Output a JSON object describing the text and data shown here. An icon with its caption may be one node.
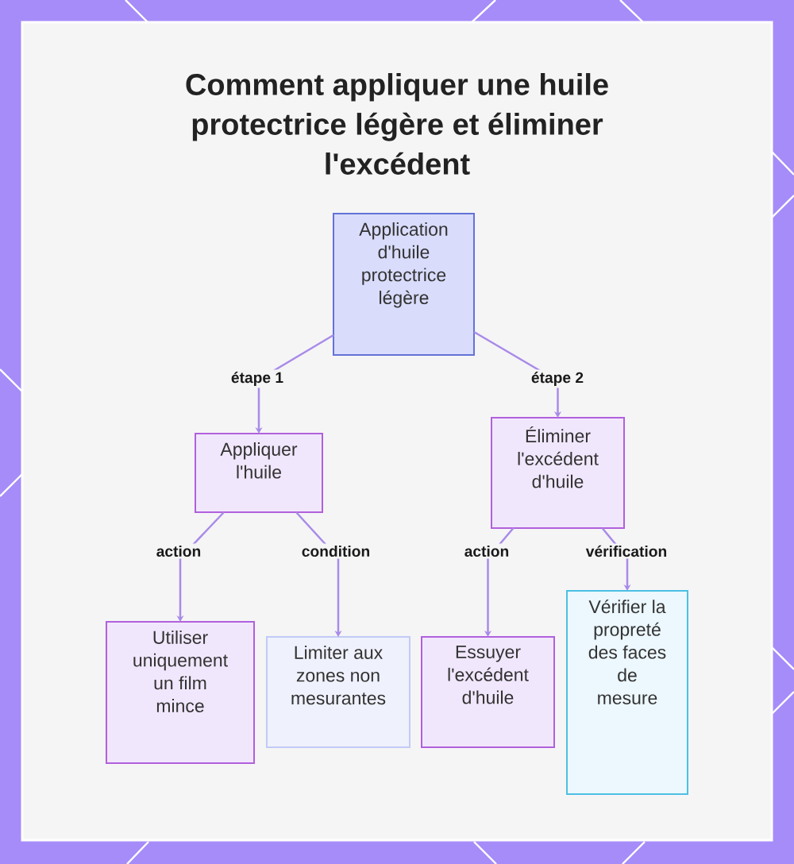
{
  "diagram": {
    "title": "Comment appliquer une huile protectrice légère et éliminer l'excédent",
    "nodes": [
      {
        "text": [
          "Application d'huile protectrice légère"
        ]
      },
      {
        "text": [
          "Appliquer l'huile"
        ]
      },
      {
        "text": [
          "Éliminer l'excédent d'huile"
        ]
      },
      {
        "text": [
          "Utiliser uniquement un film mince"
        ]
      },
      {
        "text": [
          "Limiter aux zones non mesurantes"
        ]
      },
      {
        "text": [
          "Essuyer l'excédent d'huile"
        ]
      },
      {
        "text": [
          "Vérifier la propreté des faces de mesure"
        ]
      }
    ],
    "edges": [
      {
        "from": 0,
        "to": 1,
        "arrow": "to",
        "label": "étape 1"
      },
      {
        "from": 0,
        "to": 2,
        "arrow": "to",
        "label": "étape 2"
      },
      {
        "from": 1,
        "to": 3,
        "arrow": "to",
        "label": "action"
      },
      {
        "from": 1,
        "to": 4,
        "arrow": "to",
        "label": "condition"
      },
      {
        "from": 2,
        "to": 5,
        "arrow": "to",
        "label": "action"
      },
      {
        "from": 2,
        "to": 6,
        "arrow": "to",
        "label": "vérification"
      }
    ]
  }
}
